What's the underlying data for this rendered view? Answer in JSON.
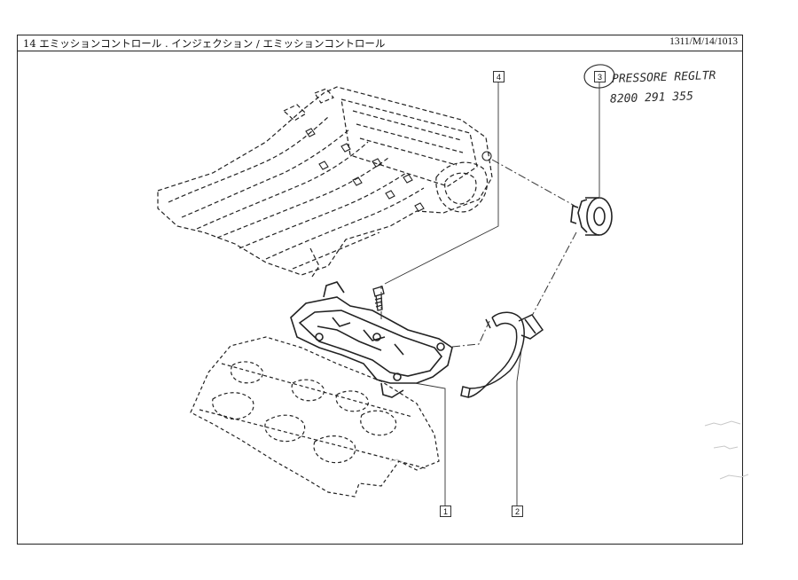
{
  "header": {
    "title": "14 エミッションコントロール . インジェクション / エミッションコントロール",
    "reference": "1311/M/14/1013"
  },
  "callouts": [
    {
      "id": "callout-1",
      "label": "1"
    },
    {
      "id": "callout-2",
      "label": "2"
    },
    {
      "id": "callout-3",
      "label": "3"
    },
    {
      "id": "callout-4",
      "label": "4"
    }
  ],
  "handwritten": {
    "line1": "PRESSORE REGLTR",
    "line2": "8200 291 355"
  },
  "colors": {
    "ink": "#222222",
    "pencil": "#2a2a2a",
    "paper": "#ffffff"
  }
}
